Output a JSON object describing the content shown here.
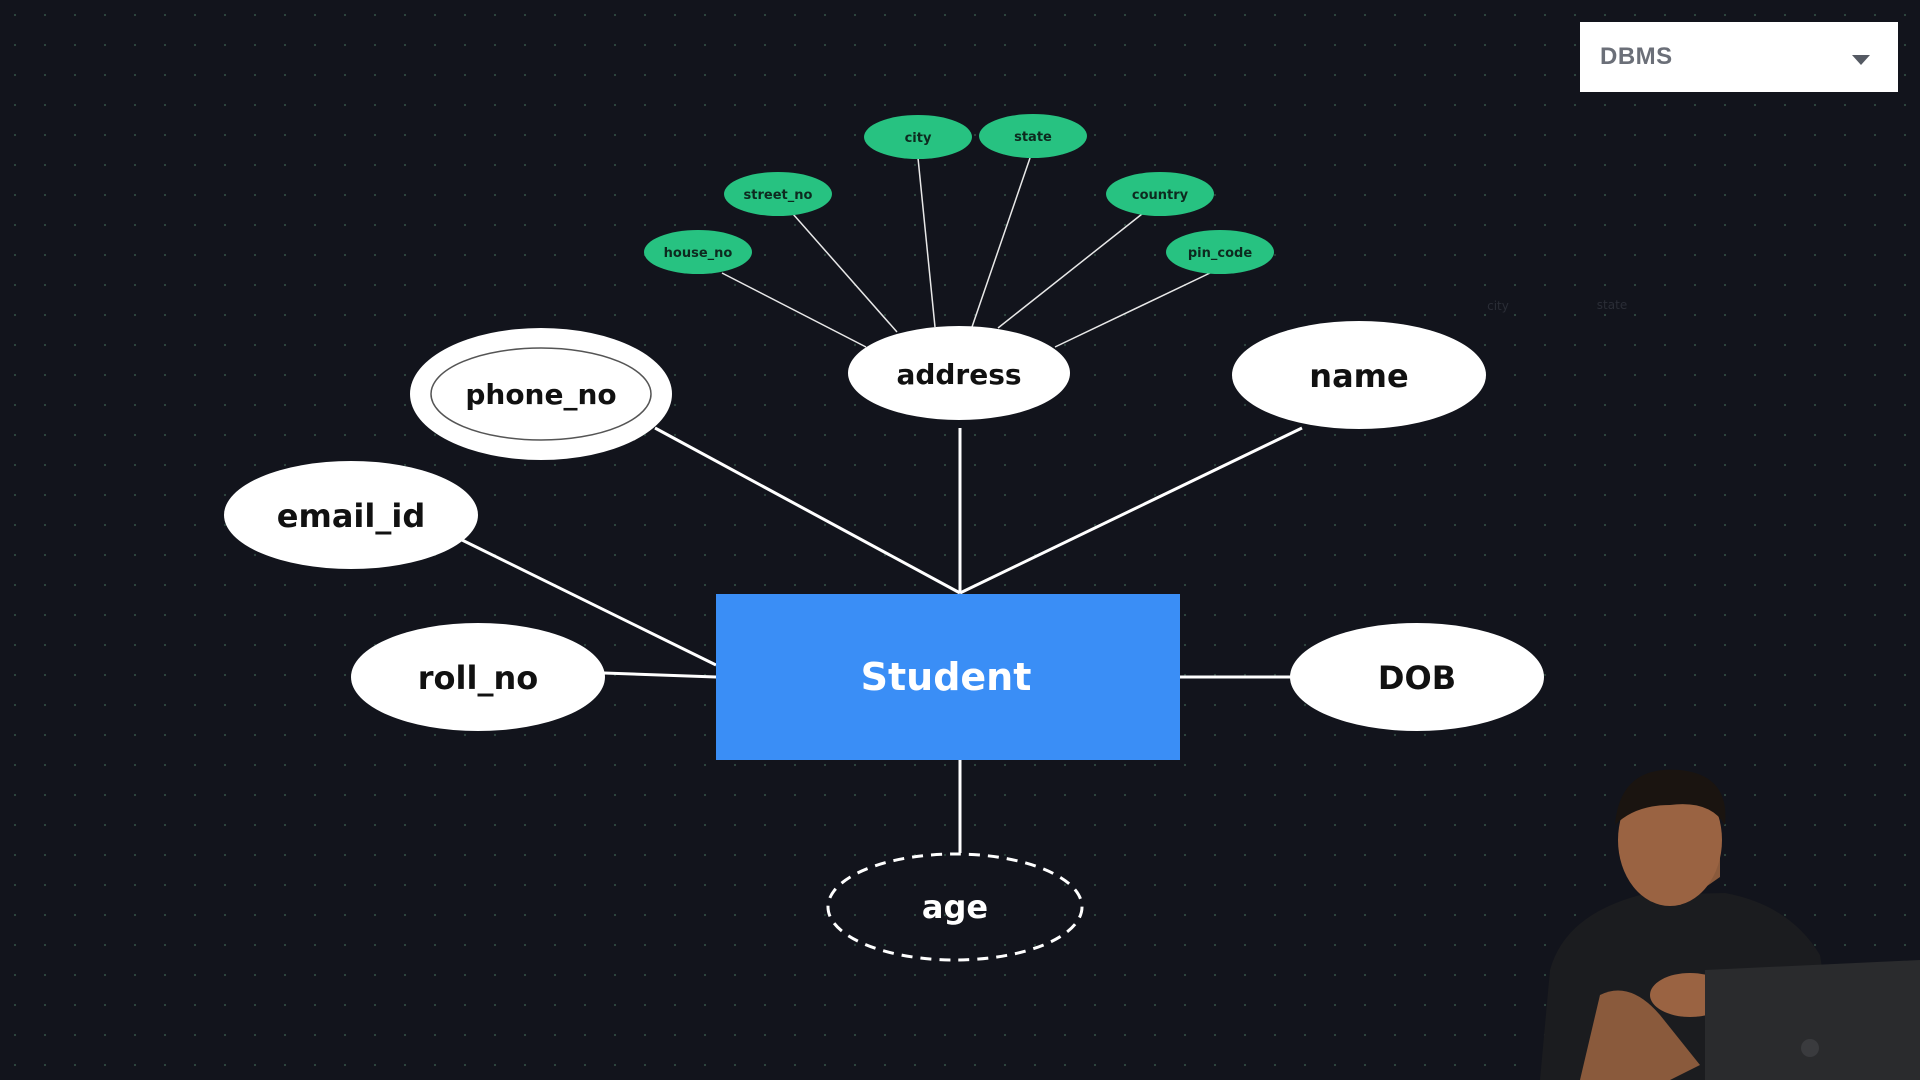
{
  "menu": {
    "selected": "DBMS"
  },
  "entity": {
    "label": "Student",
    "color": "#3a8ef6"
  },
  "attributes": {
    "phone_no": "phone_no",
    "address": "address",
    "name": "name",
    "email_id": "email_id",
    "roll_no": "roll_no",
    "dob": "DOB",
    "age": "age"
  },
  "address_components": {
    "city": "city",
    "state": "state",
    "street_no": "street_no",
    "country": "country",
    "house_no": "house_no",
    "pin_code": "pin_code"
  },
  "ghost_labels": {
    "city": "city",
    "state": "state"
  },
  "colors": {
    "background": "#12141c",
    "composite_part": "#27c281",
    "attribute_fill": "#ffffff"
  }
}
